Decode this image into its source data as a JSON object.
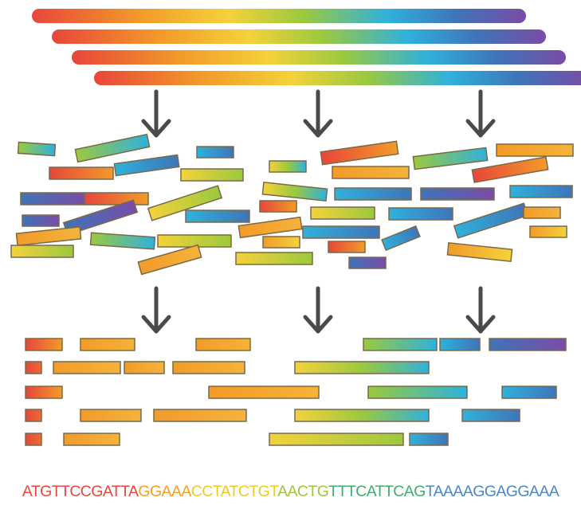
{
  "sequence": {
    "segments": [
      {
        "text": "ATGTTCCGATTA",
        "color": "#e8463a"
      },
      {
        "text": "GGAAA",
        "color": "#f2a126"
      },
      {
        "text": "CCTATCTGT",
        "color": "#e9cc24"
      },
      {
        "text": "AACTG",
        "color": "#a2c43a"
      },
      {
        "text": "TTTCATTCAG",
        "color": "#3fae6a"
      },
      {
        "text": "TAAAAGGAGGAAA",
        "color": "#4a88c4"
      }
    ]
  },
  "palette": {
    "red": "#e8463a",
    "orange": "#f29b2a",
    "yellow": "#f4d23a",
    "green": "#9bc93e",
    "cyan": "#2fb1dc",
    "blue": "#3f74b8",
    "purple": "#7a4ca6",
    "outline": "#7a6a4a",
    "arrow": "#4a4a4a"
  }
}
